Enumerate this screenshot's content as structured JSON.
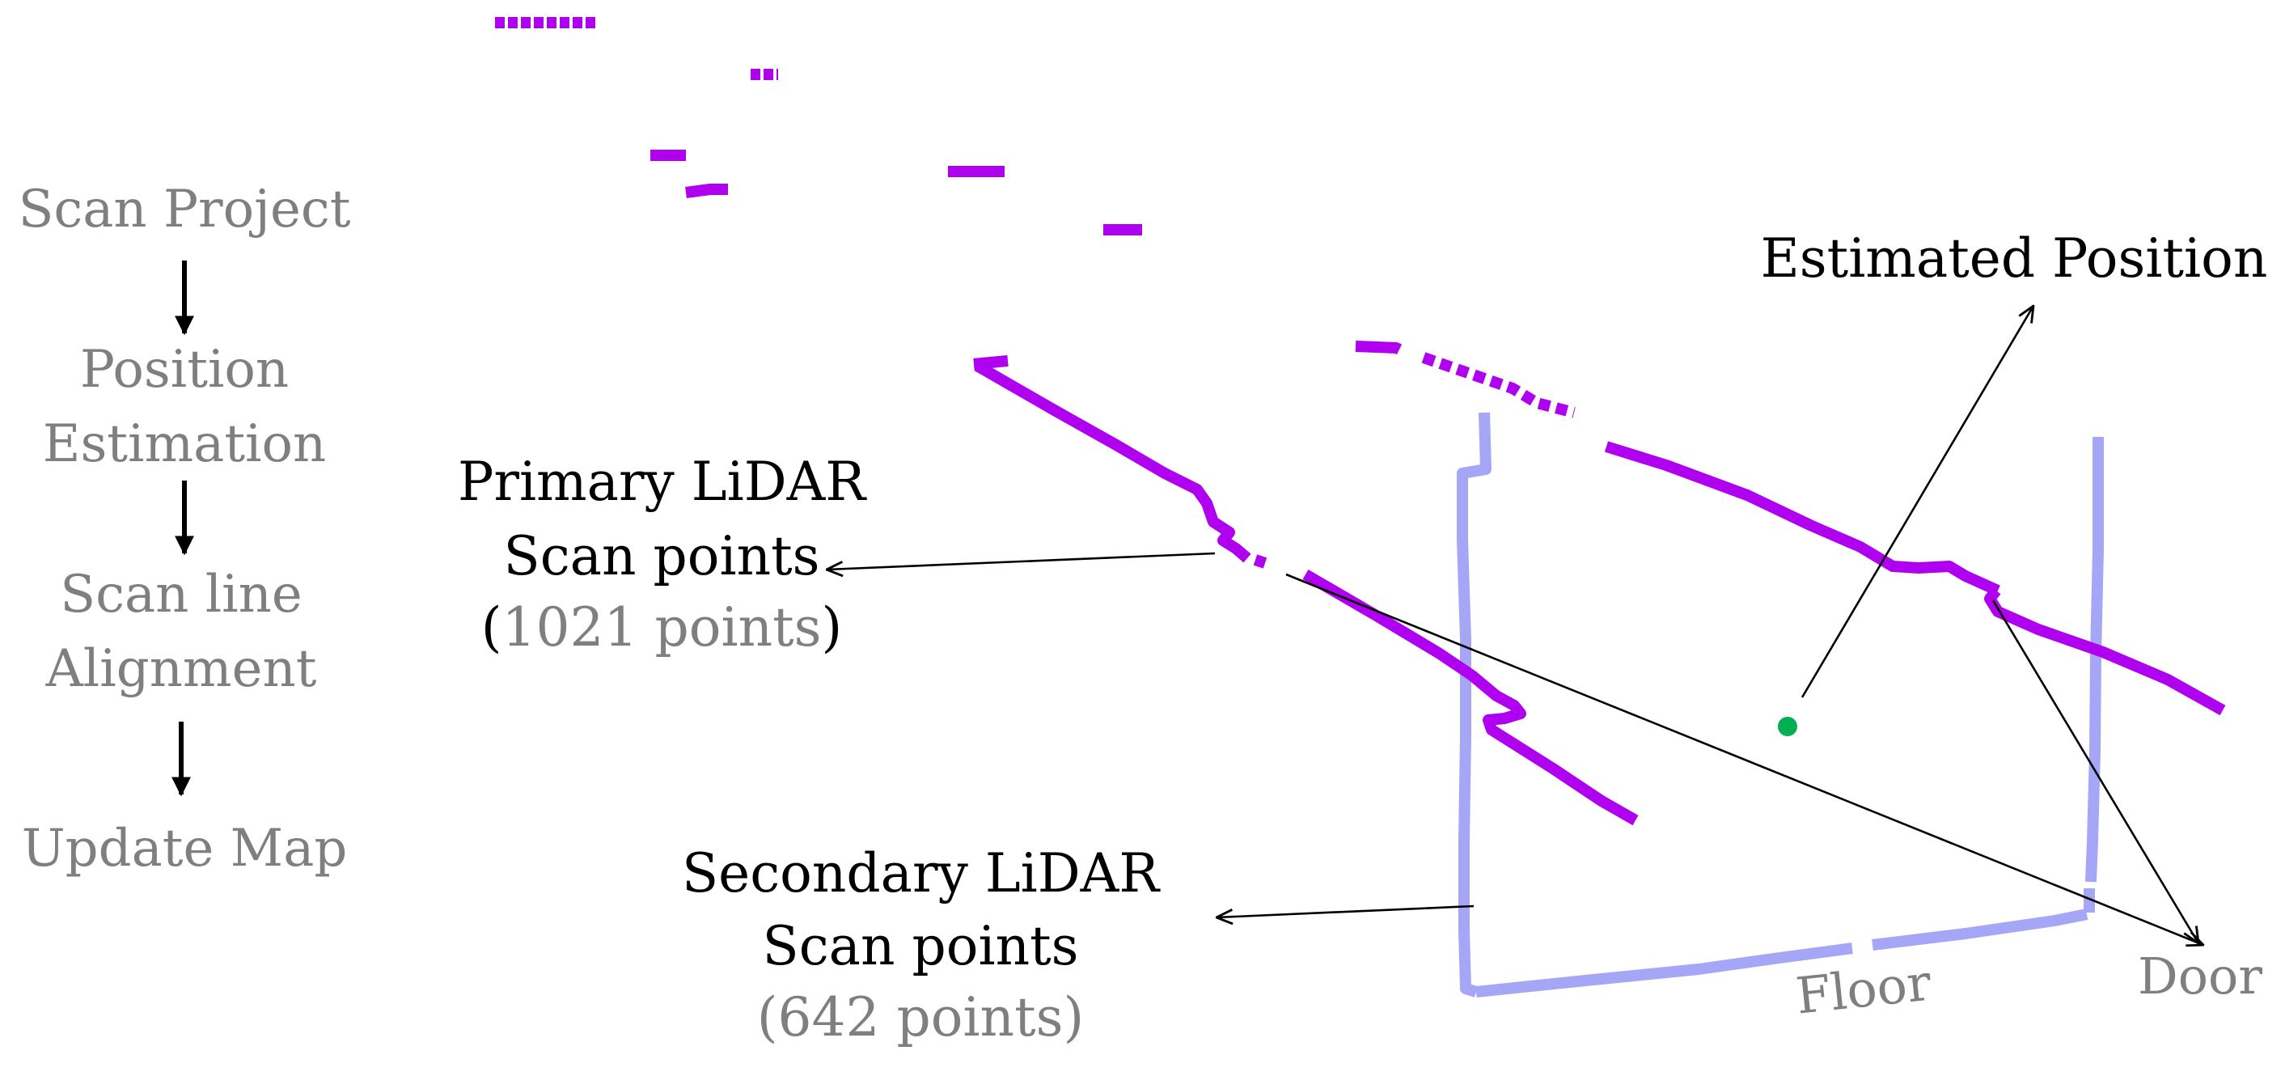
{
  "pipeline": {
    "steps": [
      {
        "lines": [
          "Scan Project"
        ]
      },
      {
        "lines": [
          "Position",
          "Estimation"
        ]
      },
      {
        "lines": [
          "Scan line",
          "Alignment"
        ]
      },
      {
        "lines": [
          "Update Map"
        ]
      }
    ]
  },
  "labels": {
    "estimated_position": "Estimated Position",
    "primary": {
      "line1": "Primary LiDAR",
      "line2": "Scan points",
      "paren_open": "(",
      "count": "1021 points",
      "paren_close": ")"
    },
    "secondary": {
      "line1": "Secondary LiDAR",
      "line2": "Scan points",
      "count": "(642 points)"
    },
    "floor": "Floor",
    "door": "Door"
  },
  "colors": {
    "primary_points": "#b000f0",
    "secondary_points": "#a6a6f7",
    "estimated_position": "#00b050",
    "label_gray": "#7f7f7f",
    "annotation": "#000000"
  }
}
